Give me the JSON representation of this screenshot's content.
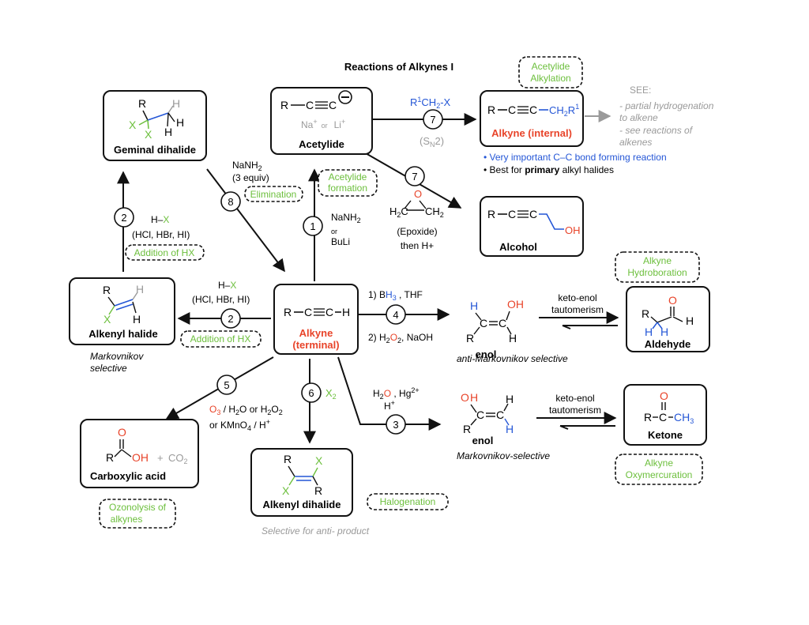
{
  "title": "Reactions of Alkynes I",
  "colors": {
    "ink": "#111111",
    "red": "#e8442a",
    "green": "#6cbf3c",
    "blue": "#2456d6",
    "gray": "#9a9a9a"
  },
  "boxes": {
    "acetylide": {
      "counter_na": "Na",
      "sup_plus": "+",
      "or": "or",
      "counter_li": "Li",
      "label": "Acetylide"
    },
    "internal": {
      "r": "R",
      "ch2r": "CH",
      "sub2": "2",
      "r1": "R",
      "sup1": "1",
      "label": "Alkyne (internal)"
    },
    "geminal": {
      "label": "Geminal dihalide"
    },
    "alcohol": {
      "oh": "OH",
      "label": "Alcohol"
    },
    "terminal": {
      "r": "R",
      "h": "H",
      "label1": "Alkyne",
      "label2": "(terminal)"
    },
    "alkenyl_halide": {
      "label": "Alkenyl halide"
    },
    "aldehyde": {
      "label": "Aldehyde"
    },
    "ketone": {
      "ch3": "CH",
      "sub3": "3",
      "label": "Ketone"
    },
    "carboxylic": {
      "oh": "OH",
      "co2": "CO",
      "sub2": "2",
      "label": "Carboxylic acid"
    },
    "dihalide": {
      "label": "Alkenyl dihalide"
    }
  },
  "atoms": {
    "R": "R",
    "H": "H",
    "X": "X",
    "O": "O",
    "C": "C",
    "OH": "OH",
    "plus": "+"
  },
  "tags": {
    "acetylide_alkylation": [
      "Acetylide",
      "Alkylation"
    ],
    "acetylide_formation": [
      "Acetylide",
      "formation"
    ],
    "elimination": "Elimination",
    "addition_hx_left": "Addition of HX",
    "addition_hx_mid": "Addition of HX",
    "hydroboration": [
      "Alkyne",
      "Hydroboration"
    ],
    "oxymercuration": [
      "Alkyne",
      "Oxymercuration"
    ],
    "ozonolysis": [
      "Ozonolysis of",
      "alkynes"
    ],
    "halogenation": "Halogenation"
  },
  "see_also": [
    "SEE:",
    "- partial hydrogenation",
    "to alkene",
    "- see reactions of",
    "alkenes"
  ],
  "bullets": {
    "b1": "• Very important C–C bond forming reaction",
    "b2_pre": "• Best for ",
    "b2_bold": "primary",
    "b2_post": " alkyl halides"
  },
  "steps": [
    "1",
    "2",
    "2",
    "3",
    "4",
    "5",
    "6",
    "7",
    "7",
    "8"
  ],
  "reagents": {
    "r1_naNH2": "NaNH",
    "r1_sub": "2",
    "r1_or": "or",
    "r1_buli": "BuLi",
    "r8_naNH2": "NaNH",
    "r8_sub": "2",
    "r8_equiv": "(3 equiv)",
    "r2_hx_h": "H–",
    "r2_hx_x": "X",
    "r2_acids": "(HCl, HBr, HI)",
    "r7a_r": "R",
    "r7a_sup": "1",
    "r7a_ch": "CH",
    "r7a_sub": "2",
    "r7a_x": "-X",
    "r7a_sn": "(S",
    "r7a_n": "N",
    "r7a_2": "2)",
    "r7b_h2c": "H",
    "r7b_sub2": "2",
    "r7b_c": "C",
    "r7b_ch2": "CH",
    "r7b_epox": "(Epoxide)",
    "r7b_then": "then H+",
    "r4_line1a": "1) B",
    "r4_line1b": "H",
    "r4_line1c": "3",
    "r4_line1d": " , THF",
    "r4_line2a": "2) H",
    "r4_line2b": "2",
    "r4_line2c": "O",
    "r4_line2d": "2",
    "r4_line2e": ", NaOH",
    "r3_h2o_h": "H",
    "r3_h2o_2": "2",
    "r3_h2o_o": "O",
    "r3_hg": " , Hg",
    "r3_hg_sup": "2+",
    "r3_hplus": "H",
    "r5_o3": "O",
    "r5_o3_sub": "3",
    "r5_h2o": " / H",
    "r5_h2o_sub": "2",
    "r5_h2o_o": "O or H",
    "r5_h2o2_sub": "2",
    "r5_h2o2_o": "O",
    "r5_h2o2_sub2": "2",
    "r5_or": "or  KMnO",
    "r5_or_sub": "4",
    "r5_hplus": " / H",
    "r6_x2": "X",
    "r6_sub": "2"
  },
  "enol_label": "enol",
  "keto_enol": [
    "keto-enol",
    "tautomerism"
  ],
  "notes": {
    "markovnikov_left": [
      "Markovnikov",
      "selective"
    ],
    "anti_markovnikov": "anti-Markovnikov selective",
    "markovnikov_enol": "Markovnikov-selective",
    "anti_product_pre": "Selective for ",
    "anti_product_it": "anti-",
    "anti_product_post": " product"
  }
}
